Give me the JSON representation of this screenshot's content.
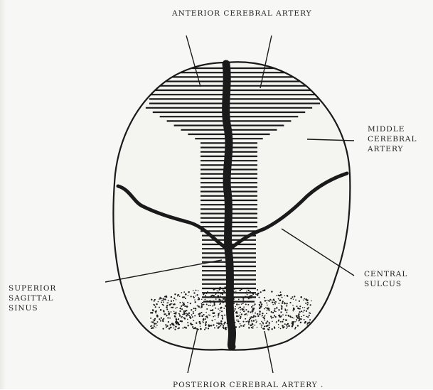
{
  "labels": {
    "anterior": "ANTERIOR CEREBRAL ARTERY",
    "middle": [
      "MIDDLE",
      "CEREBRAL",
      "ARTERY"
    ],
    "central": [
      "CENTRAL",
      "SULCUS"
    ],
    "superior": [
      "SUPERIOR",
      "SAGITTAL",
      "SINUS"
    ],
    "posterior": "POSTERIOR CEREBRAL ARTERY ."
  },
  "colors": {
    "ink": "#1a1a1a",
    "paper": "#f7f7f5"
  }
}
